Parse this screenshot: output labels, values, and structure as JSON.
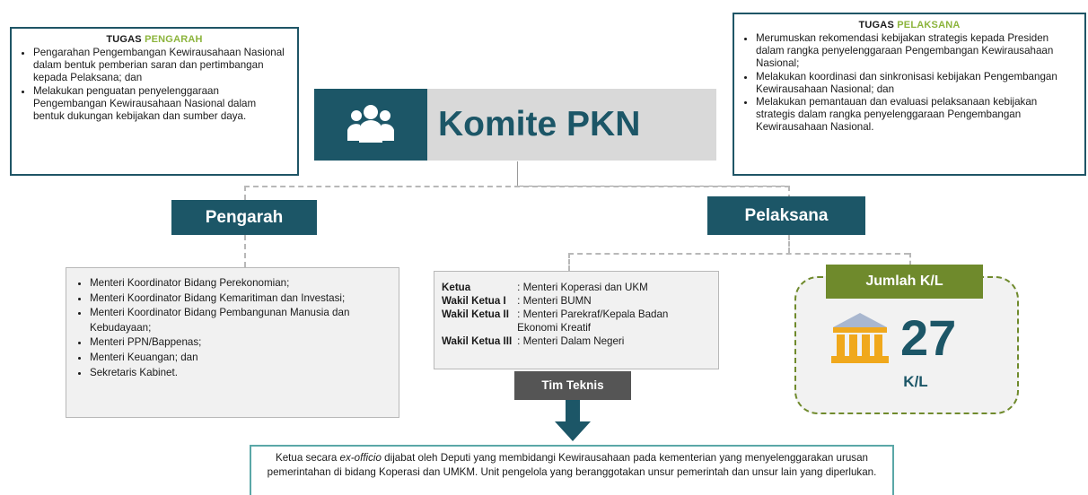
{
  "pengarah_tasks": {
    "title_prefix": "TUGAS",
    "title_highlight": "PENGARAH",
    "items": [
      "Pengarahan Pengembangan Kewirausahaan Nasional dalam bentuk pemberian saran dan pertimbangan kepada Pelaksana; dan",
      "Melakukan penguatan penyelenggaraan Pengembangan Kewirausahaan Nasional dalam bentuk dukungan kebijakan dan sumber daya."
    ]
  },
  "pelaksana_tasks": {
    "title_prefix": "TUGAS",
    "title_highlight": "PELAKSANA",
    "items": [
      "Merumuskan rekomendasi kebijakan strategis kepada Presiden dalam rangka penyelenggaraan Pengembangan Kewirausahaan Nasional;",
      "Melakukan koordinasi dan sinkronisasi kebijakan Pengembangan Kewirausahaan Nasional; dan",
      "Melakukan pemantauan dan evaluasi pelaksanaan kebijakan strategis dalam rangka penyelenggaraan Pengembangan Kewirausahaan Nasional."
    ]
  },
  "komite": {
    "title": "Komite PKN",
    "icon": "people-group-icon"
  },
  "pengarah": {
    "label": "Pengarah",
    "members": [
      "Menteri Koordinator Bidang Perekonomian;",
      "Menteri Koordinator Bidang Kemaritiman dan Investasi;",
      "Menteri Koordinator Bidang Pembangunan Manusia dan Kebudayaan;",
      "Menteri PPN/Bappenas;",
      "Menteri Keuangan; dan",
      "Sekretaris Kabinet."
    ]
  },
  "pelaksana": {
    "label": "Pelaksana",
    "roles": [
      {
        "role": "Ketua",
        "value": ": Menteri Koperasi dan UKM"
      },
      {
        "role": "Wakil Ketua I",
        "value": ": Menteri BUMN"
      },
      {
        "role": "Wakil Ketua II",
        "value": ": Menteri Parekraf/Kepala Badan Ekonomi Kreatif"
      },
      {
        "role": "Wakil Ketua III",
        "value": ": Menteri Dalam Negeri"
      }
    ]
  },
  "jumlah": {
    "label": "Jumlah K/L",
    "value": "27",
    "unit": "K/L",
    "icon": "institution-building-icon"
  },
  "tim_teknis": {
    "label": "Tim Teknis",
    "desc_before": "Ketua secara ",
    "desc_italic": "ex-officio",
    "desc_after": " dijabat oleh Deputi yang membidangi Kewirausahaan pada kementerian yang menyelenggarakan urusan pemerintahan di bidang Koperasi dan UMKM. Unit pengelola yang beranggotakan unsur pemerintah dan unsur lain yang diperlukan."
  },
  "colors": {
    "teal": "#1c5667",
    "green": "#8cb43c",
    "olive": "#6f8a2c",
    "gold": "#f0a81c"
  }
}
